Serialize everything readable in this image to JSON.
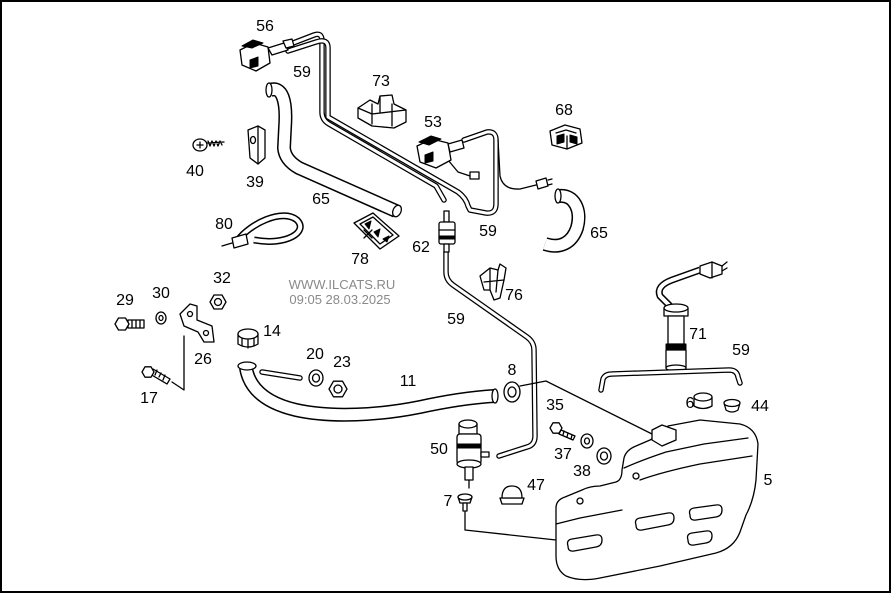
{
  "callouts": [
    "56",
    "59",
    "73",
    "68",
    "53",
    "40",
    "39",
    "65",
    "80",
    "62",
    "59",
    "65",
    "78",
    "32",
    "29",
    "30",
    "76",
    "14",
    "59",
    "71",
    "59",
    "26",
    "20",
    "23",
    "8",
    "11",
    "17",
    "6",
    "44",
    "35",
    "37",
    "38",
    "50",
    "5",
    "7",
    "47"
  ],
  "watermark": {
    "site": "WWW.ILCATS.RU",
    "timestamp": "09:05 28.03.2025"
  }
}
